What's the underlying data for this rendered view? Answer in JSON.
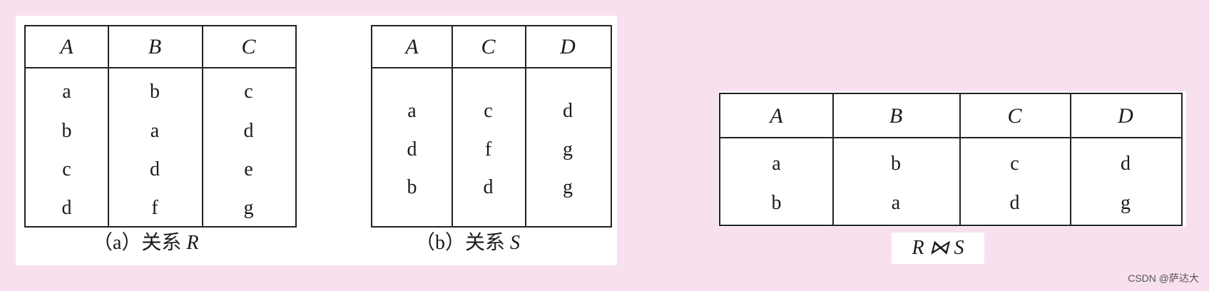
{
  "relation_r": {
    "headers": [
      "A",
      "B",
      "C"
    ],
    "rows": [
      [
        "a",
        "b",
        "c"
      ],
      [
        "b",
        "a",
        "d"
      ],
      [
        "c",
        "d",
        "e"
      ],
      [
        "d",
        "f",
        "g"
      ]
    ],
    "caption_prefix": "（a）关系",
    "caption_name": "R"
  },
  "relation_s": {
    "headers": [
      "A",
      "C",
      "D"
    ],
    "rows": [
      [
        "a",
        "c",
        "d"
      ],
      [
        "d",
        "f",
        "g"
      ],
      [
        "b",
        "d",
        "g"
      ]
    ],
    "caption_prefix": "（b）关系",
    "caption_name": "S"
  },
  "join_result": {
    "headers": [
      "A",
      "B",
      "C",
      "D"
    ],
    "rows": [
      [
        "a",
        "b",
        "c",
        "d"
      ],
      [
        "b",
        "a",
        "d",
        "g"
      ]
    ],
    "caption": "R ⋈ S"
  },
  "watermark": "CSDN @萨达大"
}
